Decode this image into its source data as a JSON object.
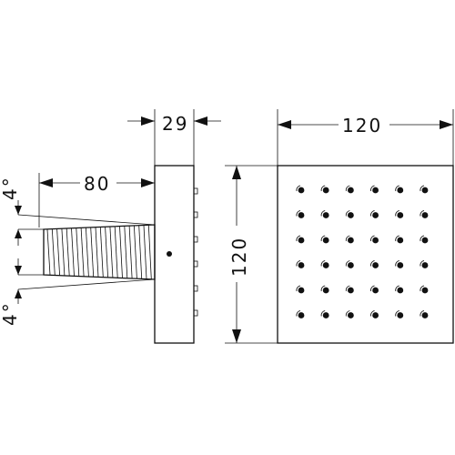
{
  "drawing": {
    "dim_depth": "29",
    "dim_width": "120",
    "dim_height": "120",
    "dim_arm_length": "80",
    "angle_top": "4°",
    "angle_bottom": "4°"
  },
  "nozzle_grid": {
    "rows": 6,
    "cols": 6
  },
  "side_nozzles": 6
}
